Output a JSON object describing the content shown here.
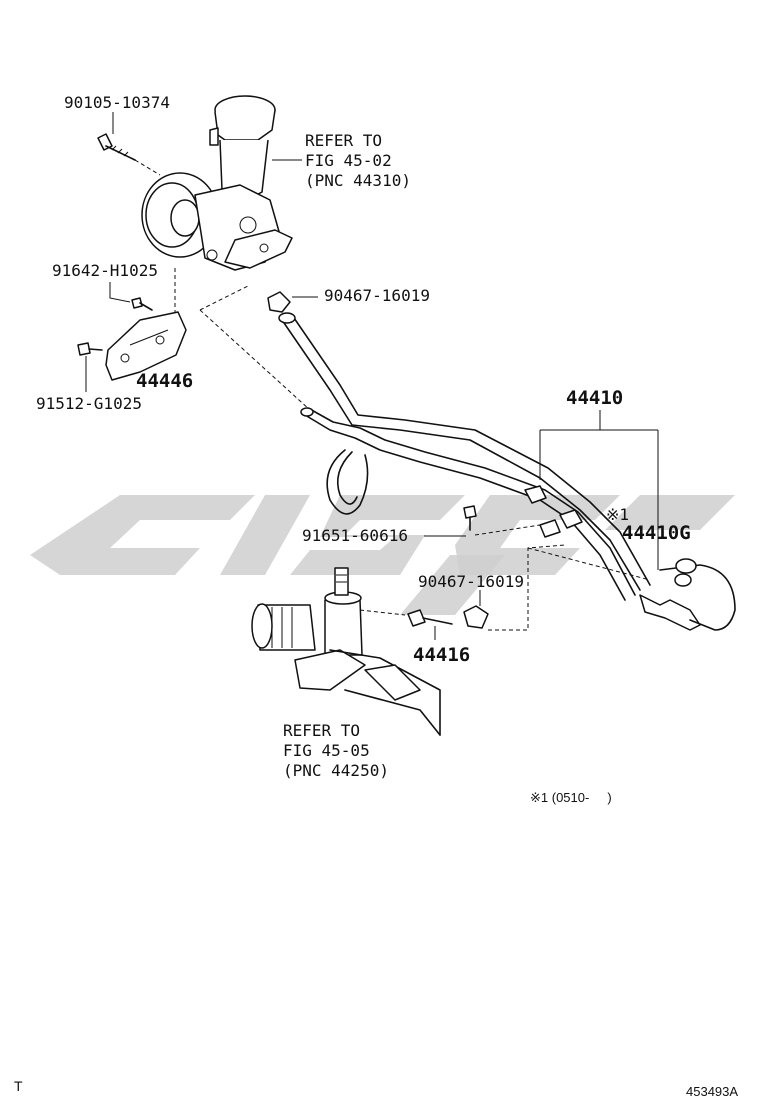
{
  "diagram": {
    "labels": {
      "bolt_pump": "90105-10374",
      "refer_pump_line1": "REFER TO",
      "refer_pump_line2": "FIG 45-02",
      "refer_pump_line3": "(PNC 44310)",
      "bolt_bracket_top": "91642-H1025",
      "clip_upper": "90467-16019",
      "bracket": "44446",
      "bolt_bracket_bottom": "91512-G1025",
      "hose_assy": "44410",
      "note_mark": "※1",
      "hose_g": "44410G",
      "bolt_clamp": "91651-60616",
      "clip_lower": "90467-16019",
      "union": "44416",
      "refer_gear_line1": "REFER TO",
      "refer_gear_line2": "FIG 45-05",
      "refer_gear_line3": "(PNC 44250)",
      "footnote": "※1 (0510-     )",
      "corner_letter": "T",
      "figure_code": "453493A"
    }
  }
}
